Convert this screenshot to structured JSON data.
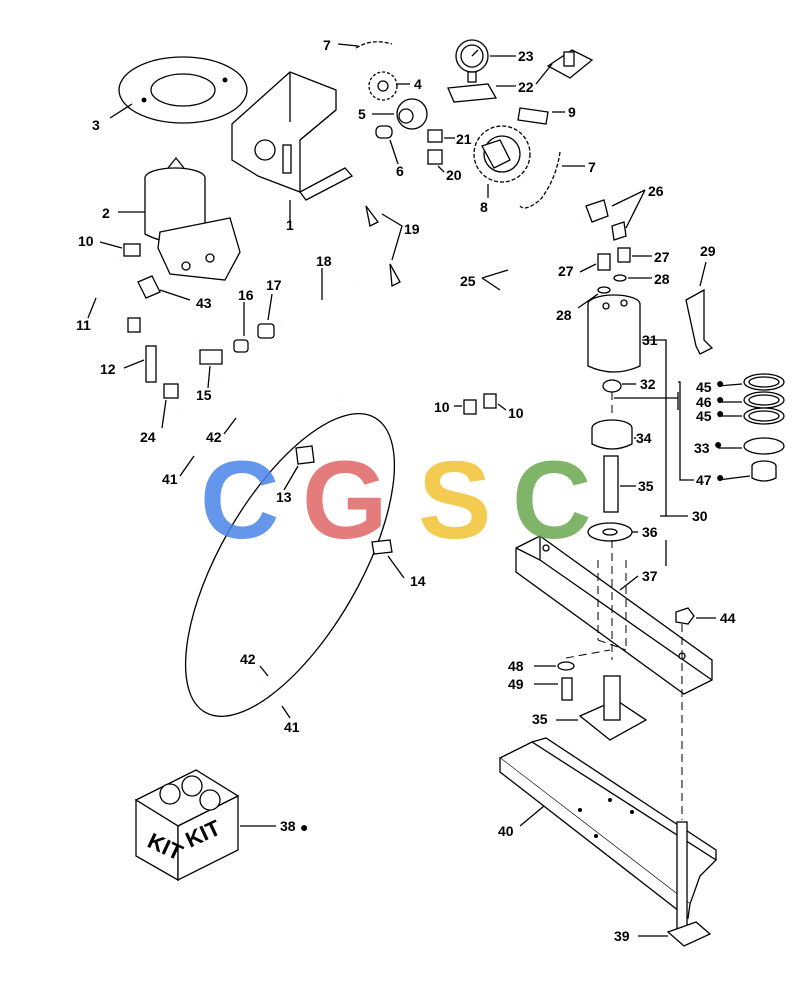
{
  "labels": {
    "l1": "1",
    "l2": "2",
    "l3": "3",
    "l4": "4",
    "l5": "5",
    "l6": "6",
    "l7a": "7",
    "l7b": "7",
    "l8": "8",
    "l9": "9",
    "l10a": "10",
    "l10b": "10",
    "l10c": "10",
    "l11": "11",
    "l12": "12",
    "l13": "13",
    "l14": "14",
    "l15": "15",
    "l16": "16",
    "l17": "17",
    "l18": "18",
    "l19": "19",
    "l20": "20",
    "l21": "21",
    "l22": "22",
    "l23": "23",
    "l24": "24",
    "l25": "25",
    "l26": "26",
    "l27a": "27",
    "l27b": "27",
    "l28a": "28",
    "l28b": "28",
    "l29": "29",
    "l30": "30",
    "l31": "31",
    "l32": "32",
    "l33": "33",
    "l34": "34",
    "l35a": "35",
    "l35b": "35",
    "l36": "36",
    "l37": "37",
    "l38": "38",
    "l39": "39",
    "l40": "40",
    "l41a": "41",
    "l41b": "41",
    "l42a": "42",
    "l42b": "42",
    "l43": "43",
    "l44": "44",
    "l45a": "45",
    "l45b": "45",
    "l46": "46",
    "l47": "47",
    "l48": "48",
    "l49": "49"
  },
  "kit_box": {
    "left_text": "KIT",
    "right_text": "KIT"
  },
  "watermark": {
    "letters": [
      "C",
      "G",
      "S",
      "C"
    ],
    "colors": [
      "#4a86e8",
      "#e06666",
      "#f1c232",
      "#6aa84f"
    ]
  },
  "marker_symbol": "●"
}
